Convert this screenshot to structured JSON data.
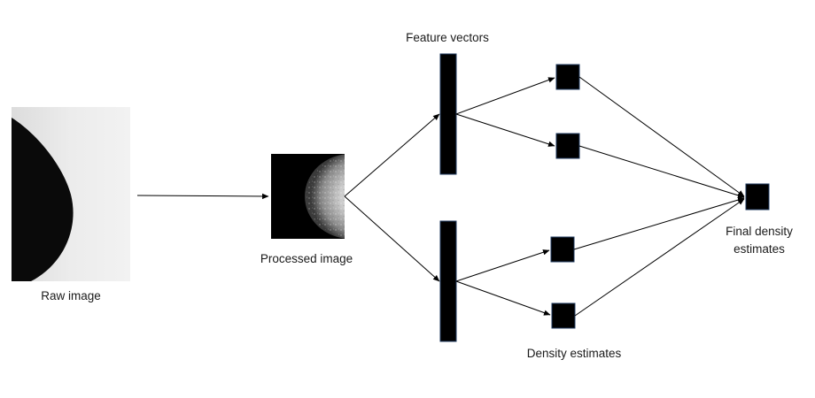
{
  "labels": {
    "raw_image": "Raw image",
    "processed_image": "Processed image",
    "feature_vectors": "Feature vectors",
    "density_estimates": "Density estimates",
    "final_density_line1": "Final density",
    "final_density_line2": "estimates"
  },
  "colors": {
    "block_fill": "#000000",
    "block_border": "#1f3a5f",
    "arrow": "#000000",
    "raw_background": "#e6e6e6"
  }
}
